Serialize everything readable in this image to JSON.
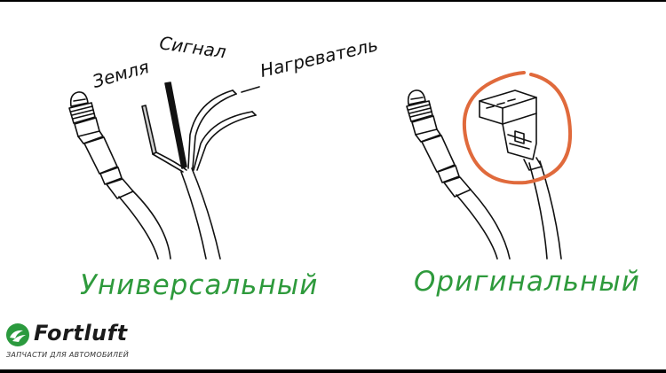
{
  "labels": {
    "ground": "Земля",
    "signal": "Сигнал",
    "heater": "Нагреватель"
  },
  "captions": {
    "universal": "Универсальный",
    "original": "Оригинальный"
  },
  "brand": {
    "name": "Fortluft",
    "tagline": "ЗАПЧАСТИ ДЛЯ АВТОМОБИЛЕЙ"
  },
  "colors": {
    "caption_green": "#2e9a3c",
    "highlight_circle": "#e06a3c",
    "logo_green": "#2b9a3e"
  },
  "icons": {
    "logo": "fortluft-swirl-logo"
  }
}
